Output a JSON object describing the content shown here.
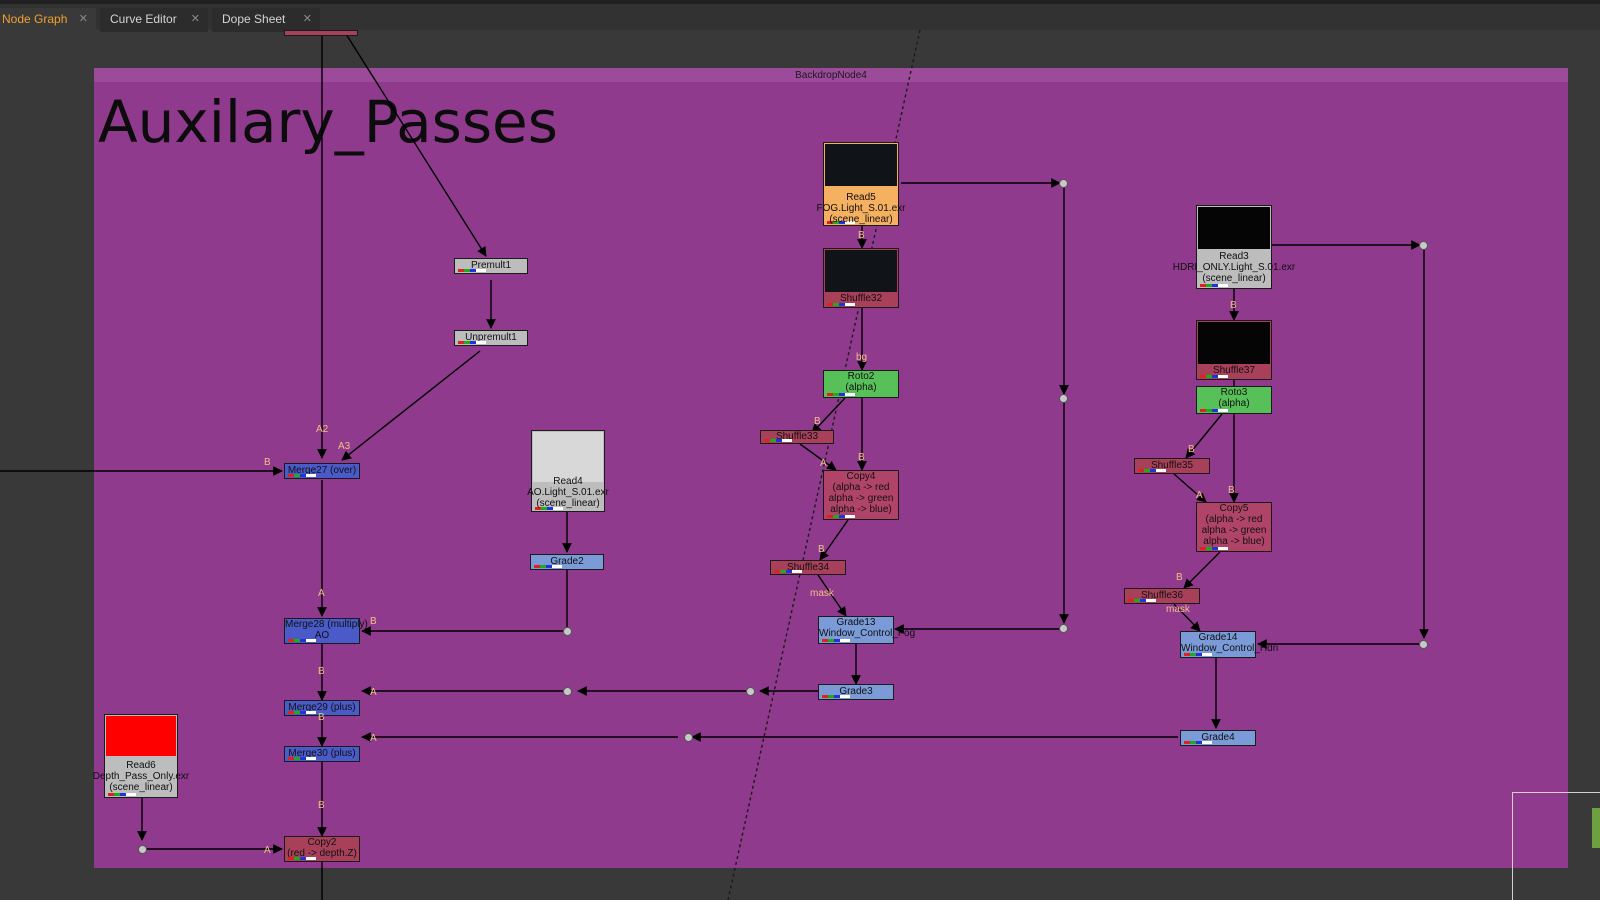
{
  "tabs": [
    {
      "label": "Node Graph",
      "active": true
    },
    {
      "label": "Curve Editor",
      "active": false
    },
    {
      "label": "Dope Sheet",
      "active": false
    }
  ],
  "close_glyph": "✕",
  "backdrop": {
    "name": "BackdropNode4",
    "title": "Auxilary_Passes",
    "color": "#8f3a8d"
  },
  "nodes": {
    "premult1": "Premult1",
    "unpremult1": "Unpremult1",
    "merge27": "Merge27 (over)",
    "read4": [
      "Read4",
      "AO.Light_S.01.exr",
      "(scene_linear)"
    ],
    "grade2": "Grade2",
    "merge28": [
      "Merge28 (multiply)",
      "AO"
    ],
    "merge29": "Merge29 (plus)",
    "merge30": "Merge30 (plus)",
    "read6": [
      "Read6",
      "Depth_Pass_Only.exr",
      "(scene_linear)"
    ],
    "copy2": [
      "Copy2",
      "(red -> depth.Z)"
    ],
    "read5": [
      "Read5",
      "FOG.Light_S.01.exr",
      "(scene_linear)"
    ],
    "shuffle32": "Shuffle32",
    "roto2": [
      "Roto2",
      "(alpha)"
    ],
    "shuffle33": "Shuffle33",
    "copy4": [
      "Copy4",
      "(alpha -> red",
      "alpha -> green",
      "alpha -> blue)"
    ],
    "shuffle34": "Shuffle34",
    "grade13": [
      "Grade13",
      "Window_Control_Fog"
    ],
    "grade3": "Grade3",
    "read3": [
      "Read3",
      "HDRI_ONLY.Light_S.01.exr",
      "(scene_linear)"
    ],
    "shuffle37": "Shuffle37",
    "roto3": [
      "Roto3",
      "(alpha)"
    ],
    "shuffle35": "Shuffle35",
    "copy5": [
      "Copy5",
      "(alpha -> red",
      "alpha -> green",
      "alpha -> blue)"
    ],
    "shuffle36": "Shuffle36",
    "grade14": [
      "Grade14",
      "Window_Control_Hdri"
    ],
    "grade4": "Grade4"
  },
  "edge_labels": {
    "A2": "A2",
    "A3": "A3",
    "B": "B",
    "A": "A",
    "bg": "bg",
    "mask": "mask"
  },
  "colors": {
    "merge": "#4a5ac8",
    "shuffle": "#a8405a",
    "copy": "#b04468",
    "roto": "#58c058",
    "grade": "#7a9ad8",
    "utility": "#bdbdbd",
    "read_selected": "#f5b060",
    "read_error": "#ff0000"
  }
}
